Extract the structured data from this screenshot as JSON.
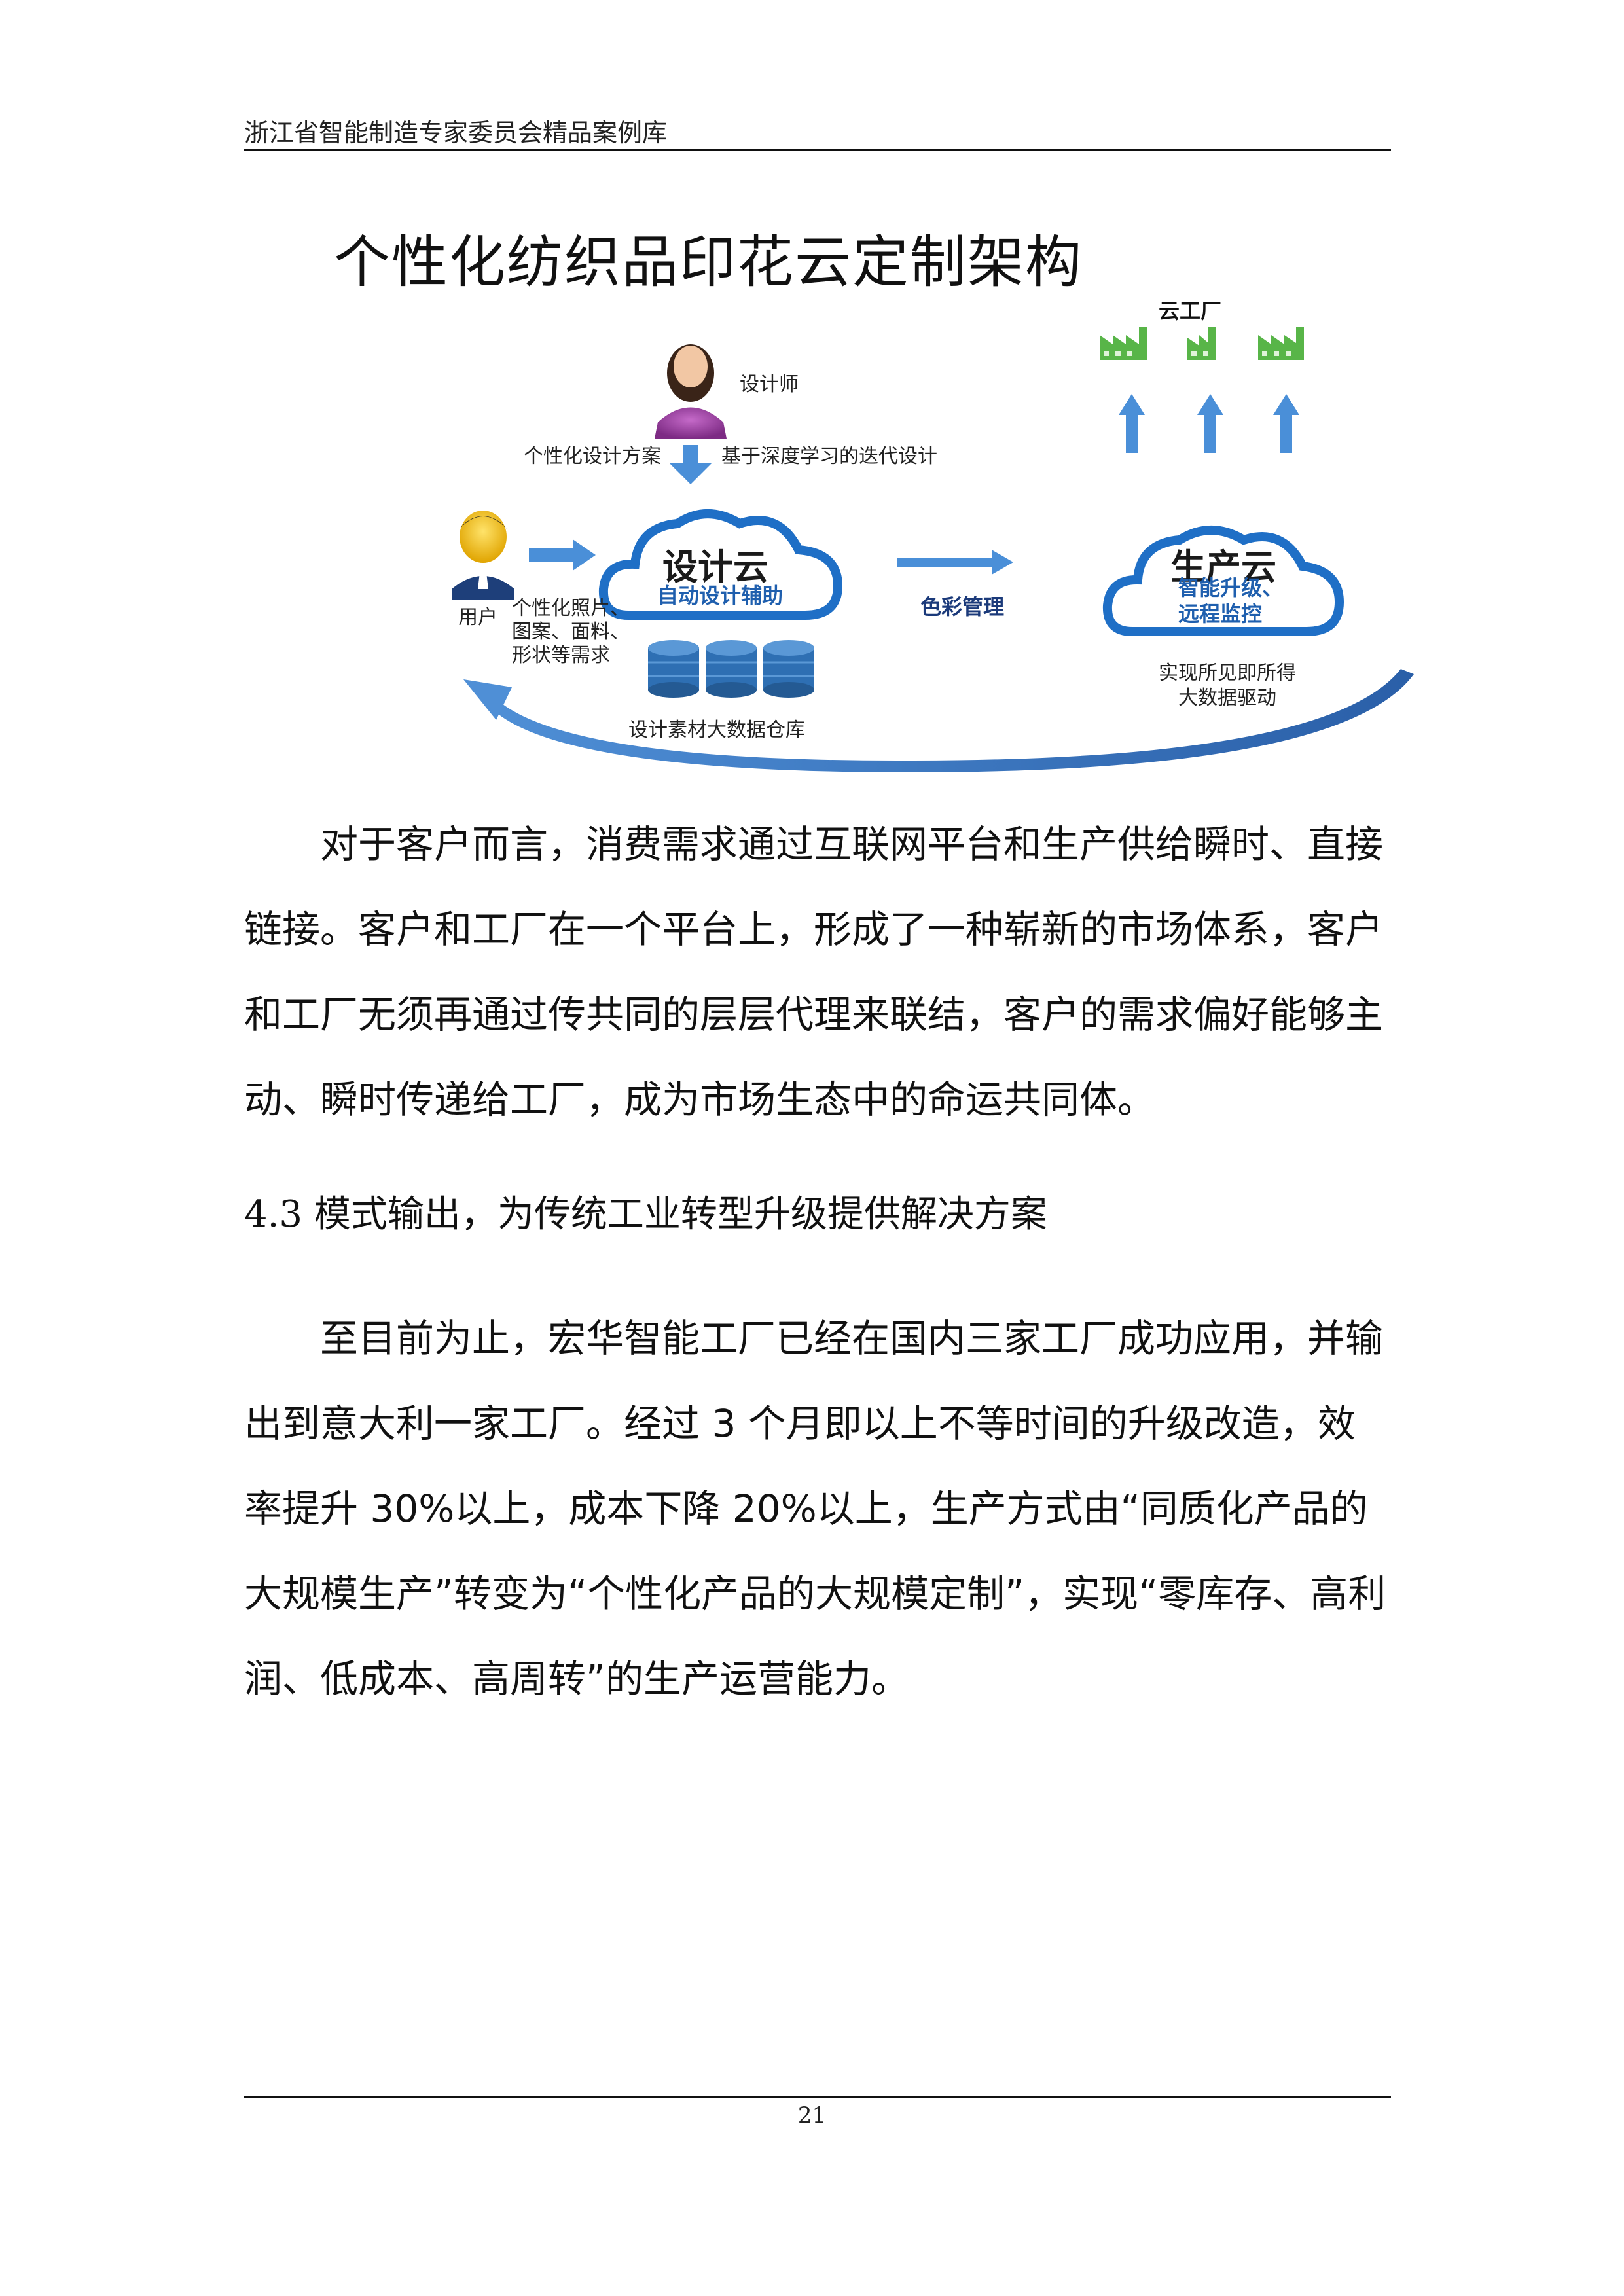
{
  "header": {
    "text": "浙江省智能制造专家委员会精品案例库"
  },
  "figure": {
    "title": "个性化纺织品印花云定制架构",
    "designer_label": "设计师",
    "design_plan_label": "个性化设计方案",
    "deep_learning_label": "基于深度学习的迭代设计",
    "design_cloud_title": "设计云",
    "design_cloud_subtitle": "自动设计辅助",
    "user_label": "用户",
    "user_needs_lines": [
      "个性化照片、",
      "图案、面料、",
      "形状等需求"
    ],
    "color_management_label": "色彩管理",
    "production_cloud_title": "生产云",
    "production_cloud_subtitle_lines": [
      "智能升级、",
      "远程监控"
    ],
    "cloud_factory_label": "云工厂",
    "wysiwyg_lines": [
      "实现所见即所得",
      "大数据驱动"
    ],
    "warehouse_label": "设计素材大数据仓库",
    "colors": {
      "cloud_outline": "#1f6fc6",
      "arrow_blue": "#4a8fd8",
      "factory_green": "#58b548",
      "designer_purple": "#9b3fa0",
      "database_blue": "#2e6fb3"
    }
  },
  "paragraph1": "对于客户而言，消费需求通过互联网平台和生产供给瞬时、直接链接。客户和工厂在一个平台上，形成了一种崭新的市场体系，客户和工厂无须再通过传共同的层层代理来联结，客户的需求偏好能够主动、瞬时传递给工厂，成为市场生态中的命运共同体。",
  "section_heading": "4.3 模式输出，为传统工业转型升级提供解决方案",
  "paragraph2": "至目前为止，宏华智能工厂已经在国内三家工厂成功应用，并输出到意大利一家工厂。经过 3 个月即以上不等时间的升级改造，效率提升 30%以上，成本下降 20%以上，生产方式由“同质化产品的大规模生产”转变为“个性化产品的大规模定制”，实现“零库存、高利润、低成本、高周转”的生产运营能力。",
  "page_number": "21"
}
